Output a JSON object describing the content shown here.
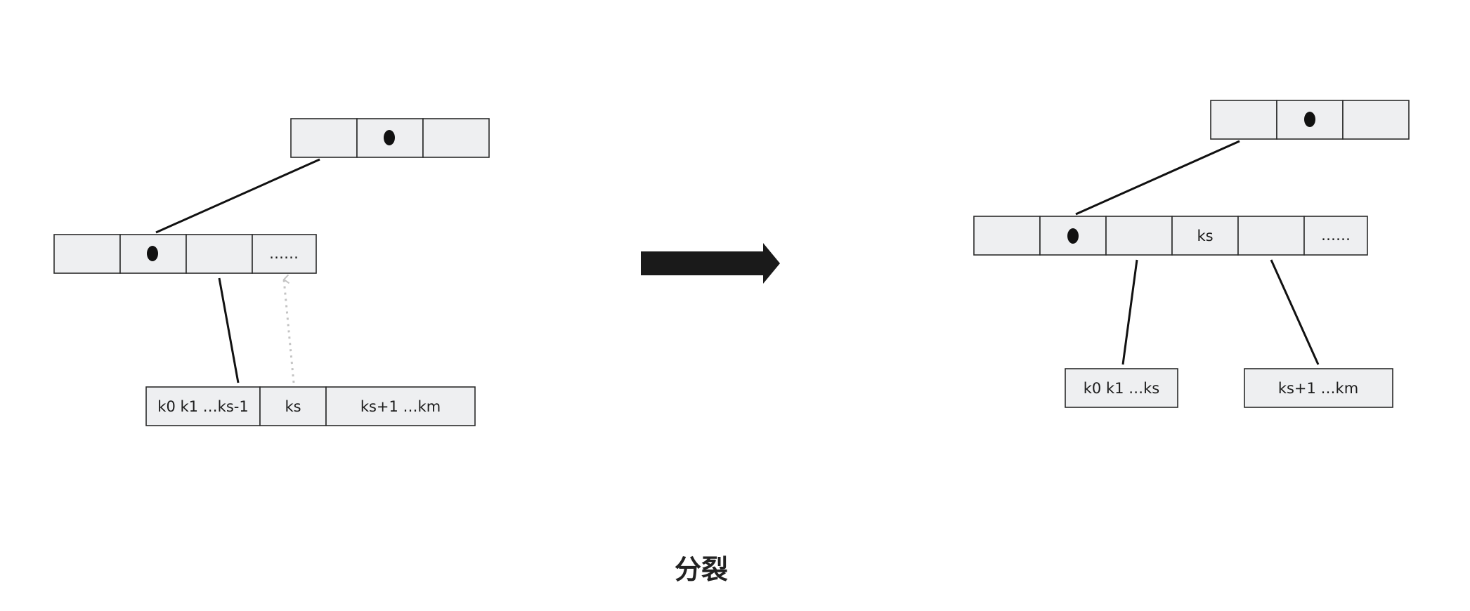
{
  "caption": "分裂",
  "colors": {
    "cell_fill": "#eeeff1",
    "cell_stroke": "#2a2a2a",
    "edge": "#111111",
    "dotted_arrow": "#c4c4c4",
    "big_arrow": "#1a1a1a"
  },
  "icons": {
    "pointer": "filled-dot",
    "transition": "right-arrow"
  },
  "before": {
    "root_cells": [
      "",
      "",
      ""
    ],
    "middle_cells": [
      "",
      "",
      "",
      "……"
    ],
    "child_cells": [
      "k0 k1 …ks-1",
      "ks",
      "ks+1 …km"
    ]
  },
  "after": {
    "root_cells": [
      "",
      "",
      ""
    ],
    "middle_cells": [
      "",
      "",
      "",
      "ks",
      "",
      "……"
    ],
    "left_child": "k0 k1 …ks",
    "right_child": "ks+1 …km"
  }
}
